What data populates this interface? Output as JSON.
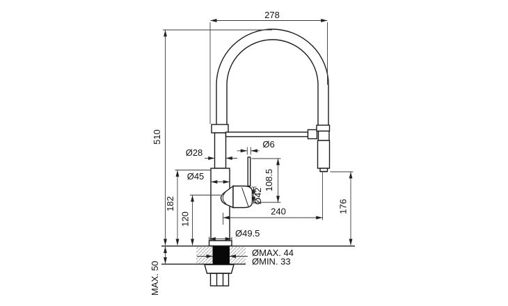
{
  "drawing": {
    "type": "faucet-installation-dimension-drawing",
    "colors": {
      "background": "#ffffff",
      "outline": "#1b1b1b",
      "dimension_lines": "#3a3a3a",
      "shank_fill": "#080808",
      "hatch": "#9a9a9a"
    },
    "dimensions": {
      "spout_width": "278",
      "total_height": "510",
      "pipe_diameter": "Ø28",
      "lever_rod_diameter": "Ø6",
      "body_diameter": "Ø45",
      "lever_height": "108.5",
      "handle_diameter": "Ø42",
      "spout_base_height": "182",
      "handle_axis_height": "120",
      "spout_reach": "240",
      "spray_outlet_height": "176",
      "base_diameter": "Ø49.5",
      "hole_diameter_max": "ØMAX. 44",
      "hole_diameter_min": "ØMIN. 33",
      "max_counter_thickness": "MAX. 50"
    }
  }
}
